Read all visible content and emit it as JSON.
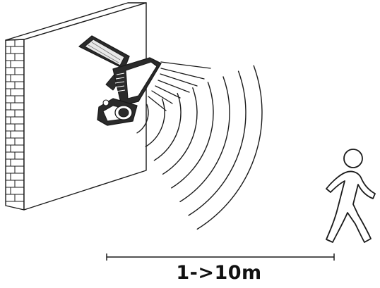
{
  "diagram": {
    "distance_label": "1->10m",
    "colors": {
      "stroke": "#1a1a1a",
      "wall_fill": "#ffffff",
      "light_fill": "#2b2b2b",
      "background": "#ffffff"
    },
    "elements": [
      "brick-wall",
      "solar-motion-sensor-light",
      "light-rays",
      "motion-detection-waves",
      "walking-person-icon",
      "distance-line"
    ]
  }
}
